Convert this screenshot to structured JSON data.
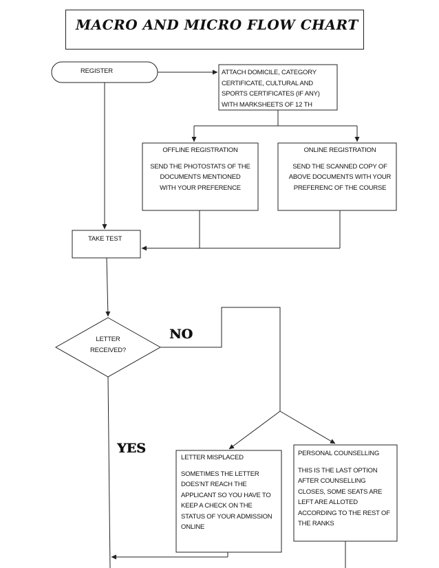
{
  "title": "MACRO AND MICRO FLOW CHART",
  "nodes": {
    "register": "REGISTER",
    "attach": {
      "lines": [
        "ATTACH DOMICILE, CATEGORY",
        "CERTIFICATE, CULTURAL AND",
        "SPORTS  CERTIFICATES (IF ANY)",
        "WITH MARKSHEETS OF 12 TH"
      ]
    },
    "offline": {
      "heading": "OFFLINE REGISTRATION",
      "lines": [
        "SEND THE PHOTOSTATS OF THE",
        "DOCUMENTS MENTIONED",
        "WITH YOUR PREFERENCE"
      ]
    },
    "online": {
      "heading": "ONLINE REGISTRATION",
      "lines": [
        "SEND THE SCANNED COPY OF",
        "ABOVE DOCUMENTS WITH YOUR",
        "PREFERENC OF THE COURSE"
      ]
    },
    "take_test": "TAKE TEST",
    "decision": {
      "lines": [
        "LETTER",
        "RECEIVED?"
      ]
    },
    "no_label": "NO",
    "yes_label": "YES",
    "misplaced": {
      "heading": "LETTER MISPLACED",
      "lines": [
        "SOMETIMES THE LETTER",
        "DOES’NT REACH THE",
        "APPLICANT SO YOU HAVE TO",
        "KEEP A  CHECK ON THE",
        "STATUS OF YOUR ADMISSION",
        "ONLINE"
      ]
    },
    "counselling": {
      "heading": "PERSONAL COUNSELLING",
      "lines": [
        "THIS IS THE LAST OPTION",
        "AFTER COUNSELLING",
        "CLOSES, SOME SEATS ARE",
        "LEFT ARE ALLOTED",
        "ACCORDING TO THE REST OF",
        "THE RANKS"
      ]
    }
  }
}
